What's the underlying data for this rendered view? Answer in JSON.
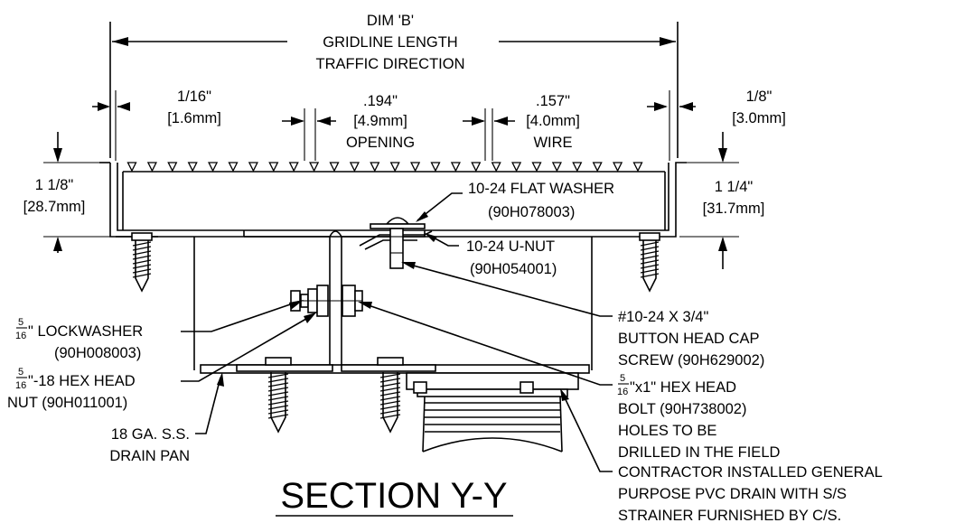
{
  "title": "SECTION Y-Y",
  "dim_b": [
    "DIM 'B'",
    "GRIDLINE LENGTH",
    "TRAFFIC DIRECTION"
  ],
  "dims": {
    "flange_left": [
      "1/16\"",
      "[1.6mm]"
    ],
    "opening": [
      ".194\"",
      "[4.9mm]",
      "OPENING"
    ],
    "wire": [
      ".157\"",
      "[4.0mm]",
      "WIRE"
    ],
    "flange_right": [
      "1/8\"",
      "[3.0mm]"
    ],
    "height_left": [
      "1 1/8\"",
      "[28.7mm]"
    ],
    "height_right": [
      "1 1/4\"",
      "[31.7mm]"
    ]
  },
  "callouts": {
    "flat_washer": [
      "10-24 FLAT WASHER",
      "(90H078003)"
    ],
    "u_nut": [
      "10-24 U-NUT",
      "(90H054001)"
    ],
    "cap_screw": [
      "#10-24 X 3/4\"",
      "BUTTON HEAD CAP",
      "SCREW (90H629002)"
    ],
    "lockwasher": {
      "fraction_num": "5",
      "fraction_den": "16",
      "line1_rest": "\" LOCKWASHER",
      "line2": "(90H008003)"
    },
    "hex_nut": {
      "fraction_num": "5",
      "fraction_den": "16",
      "line1_rest": "\"-18 HEX HEAD",
      "line2": "NUT (90H011001)"
    },
    "hex_bolt": {
      "fraction_num": "5",
      "fraction_den": "16",
      "line1_rest": "\"x1\" HEX HEAD",
      "line2": "BOLT (90H738002)",
      "line3": "HOLES TO BE",
      "line4": "DRILLED IN THE FIELD"
    },
    "drain_pan": [
      "18 GA. S.S.",
      "DRAIN PAN"
    ],
    "pvc_drain": [
      "CONTRACTOR INSTALLED GENERAL",
      "PURPOSE PVC DRAIN WITH S/S",
      "STRAINER FURNISHED BY C/S."
    ]
  }
}
